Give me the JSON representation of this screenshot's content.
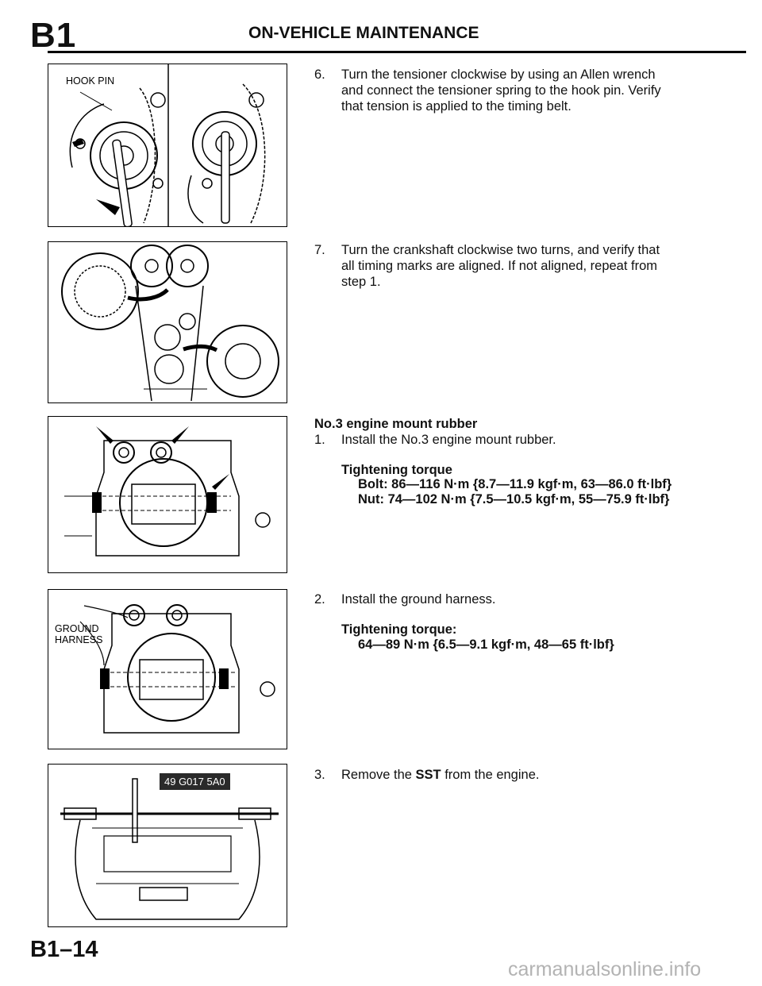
{
  "header": {
    "section_code": "B1",
    "title": "ON-VEHICLE MAINTENANCE"
  },
  "figures": {
    "fig1": {
      "label": "HOOK PIN"
    },
    "fig4": {
      "label_line1": "GROUND",
      "label_line2": "HARNESS"
    },
    "fig5": {
      "label": "49 G017 5A0"
    }
  },
  "steps": {
    "step6": {
      "number": "6.",
      "text": "Turn the tensioner clockwise by using an Allen wrench and connect the tensioner spring to the hook pin. Verify that tension is applied to the timing belt."
    },
    "step7": {
      "number": "7.",
      "text": "Turn the crankshaft clockwise two turns, and verify that all timing marks are aligned. If not aligned, repeat from step 1."
    }
  },
  "mount": {
    "heading": "No.3 engine mount rubber",
    "step1": {
      "number": "1.",
      "text": "Install the No.3 engine mount rubber."
    },
    "torque_heading": "Tightening torque",
    "bolt": "Bolt: 86—116 N·m {8.7—11.9 kgf·m, 63—86.0 ft·lbf}",
    "nut": "Nut: 74—102 N·m {7.5—10.5 kgf·m, 55—75.9 ft·lbf}",
    "step2": {
      "number": "2.",
      "text": "Install the ground harness."
    },
    "torque_heading2": "Tightening torque:",
    "torque2": "64—89 N·m {6.5—9.1 kgf·m, 48—65 ft·lbf}",
    "step3": {
      "number": "3.",
      "text_before": "Remove the ",
      "text_bold": "SST",
      "text_after": " from the engine."
    }
  },
  "footer": {
    "page_number": "B1–14",
    "watermark": "carmanualsonline.info"
  }
}
